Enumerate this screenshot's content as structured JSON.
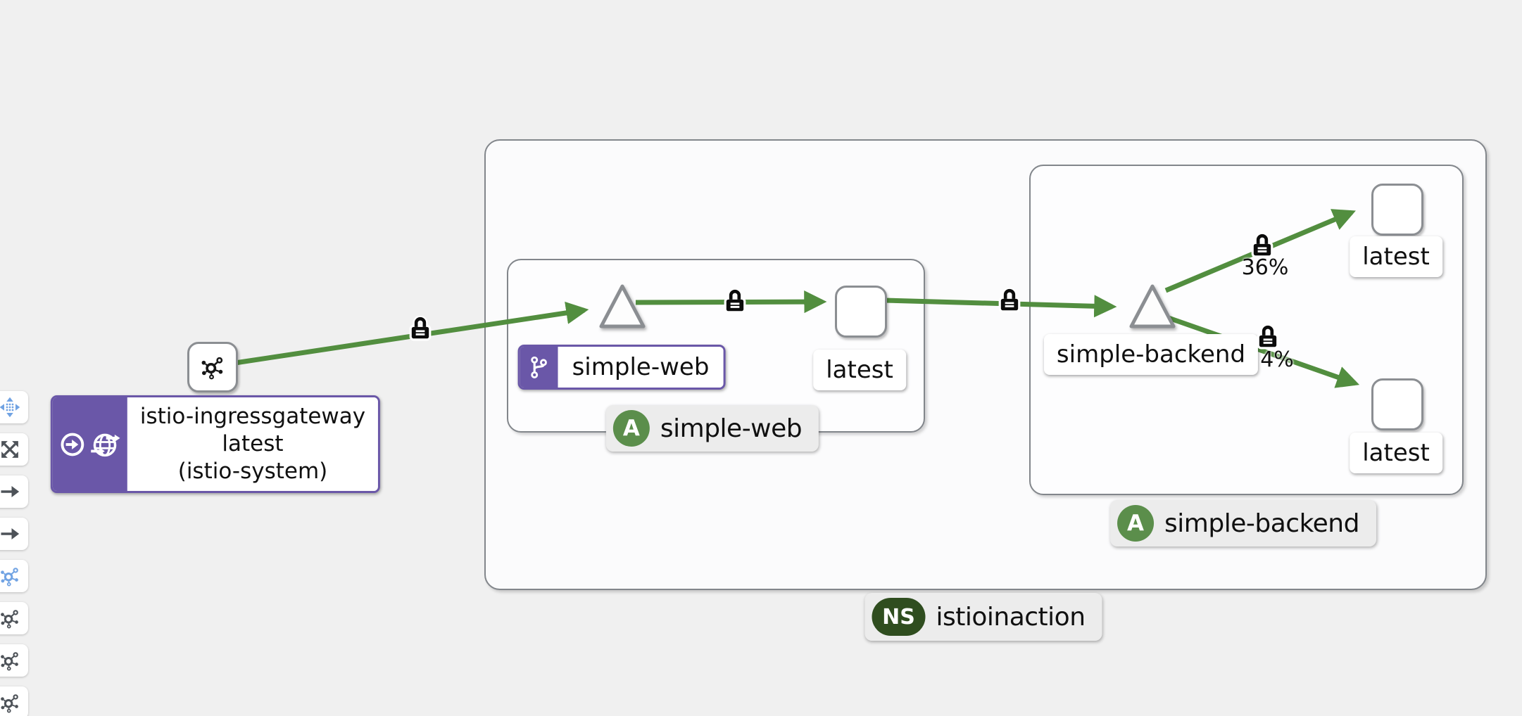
{
  "app_context": "kiali-traffic-graph",
  "colors": {
    "edge_green": "#528e3f",
    "purple": "#6a57a8",
    "app_badge_green": "#5b8e4b",
    "ns_badge_green": "#2f4d1f",
    "toolbar_blue": "#71a3e3",
    "toolbar_gray": "#4d5258"
  },
  "toolbar": {
    "buttons": [
      {
        "name": "move",
        "icon": "move-icon",
        "active": true
      },
      {
        "name": "expand",
        "icon": "expand-arrows-icon",
        "active": false
      },
      {
        "name": "arrow-right-1",
        "icon": "arrow-right-icon",
        "active": false
      },
      {
        "name": "arrow-right-2",
        "icon": "arrow-right-icon",
        "active": false
      },
      {
        "name": "topology-layout-1",
        "icon": "topology-icon",
        "active": true
      },
      {
        "name": "topology-layout-2",
        "icon": "topology-icon",
        "active": false
      },
      {
        "name": "topology-layout-3",
        "icon": "topology-icon",
        "active": false
      },
      {
        "name": "topology-layout-4",
        "icon": "topology-icon",
        "active": false
      }
    ]
  },
  "nodes": {
    "gateway_label": {
      "line1": "istio-ingressgateway",
      "line2": "latest",
      "line3": "(istio-system)",
      "badge_icons": [
        "root-arrow-icon",
        "gateway-globe-icon"
      ]
    },
    "gateway_node_icon": "mesh-node-icon",
    "web_service_label": "simple-web",
    "web_service_badge_icon": "virtual-service-icon",
    "web_workload_label": "latest",
    "backend_service_label": "simple-backend",
    "backend_workload1_label": "latest",
    "backend_workload2_label": "latest"
  },
  "badges": {
    "web_app": {
      "icon_letter": "A",
      "label": "simple-web"
    },
    "backend_app": {
      "icon_letter": "A",
      "label": "simple-backend"
    },
    "namespace": {
      "icon_letters": "NS",
      "label": "istioinaction"
    }
  },
  "edges": [
    {
      "from": "istio-ingressgateway",
      "to": "simple-web",
      "mtls_lock": true,
      "label": ""
    },
    {
      "from": "simple-web",
      "to": "simple-web-latest",
      "mtls_lock": true,
      "label": ""
    },
    {
      "from": "simple-web-latest",
      "to": "simple-backend",
      "mtls_lock": true,
      "label": ""
    },
    {
      "from": "simple-backend",
      "to": "simple-backend-latest-1",
      "mtls_lock": true,
      "label": "36%"
    },
    {
      "from": "simple-backend",
      "to": "simple-backend-latest-2",
      "mtls_lock": true,
      "label": "4%"
    }
  ]
}
